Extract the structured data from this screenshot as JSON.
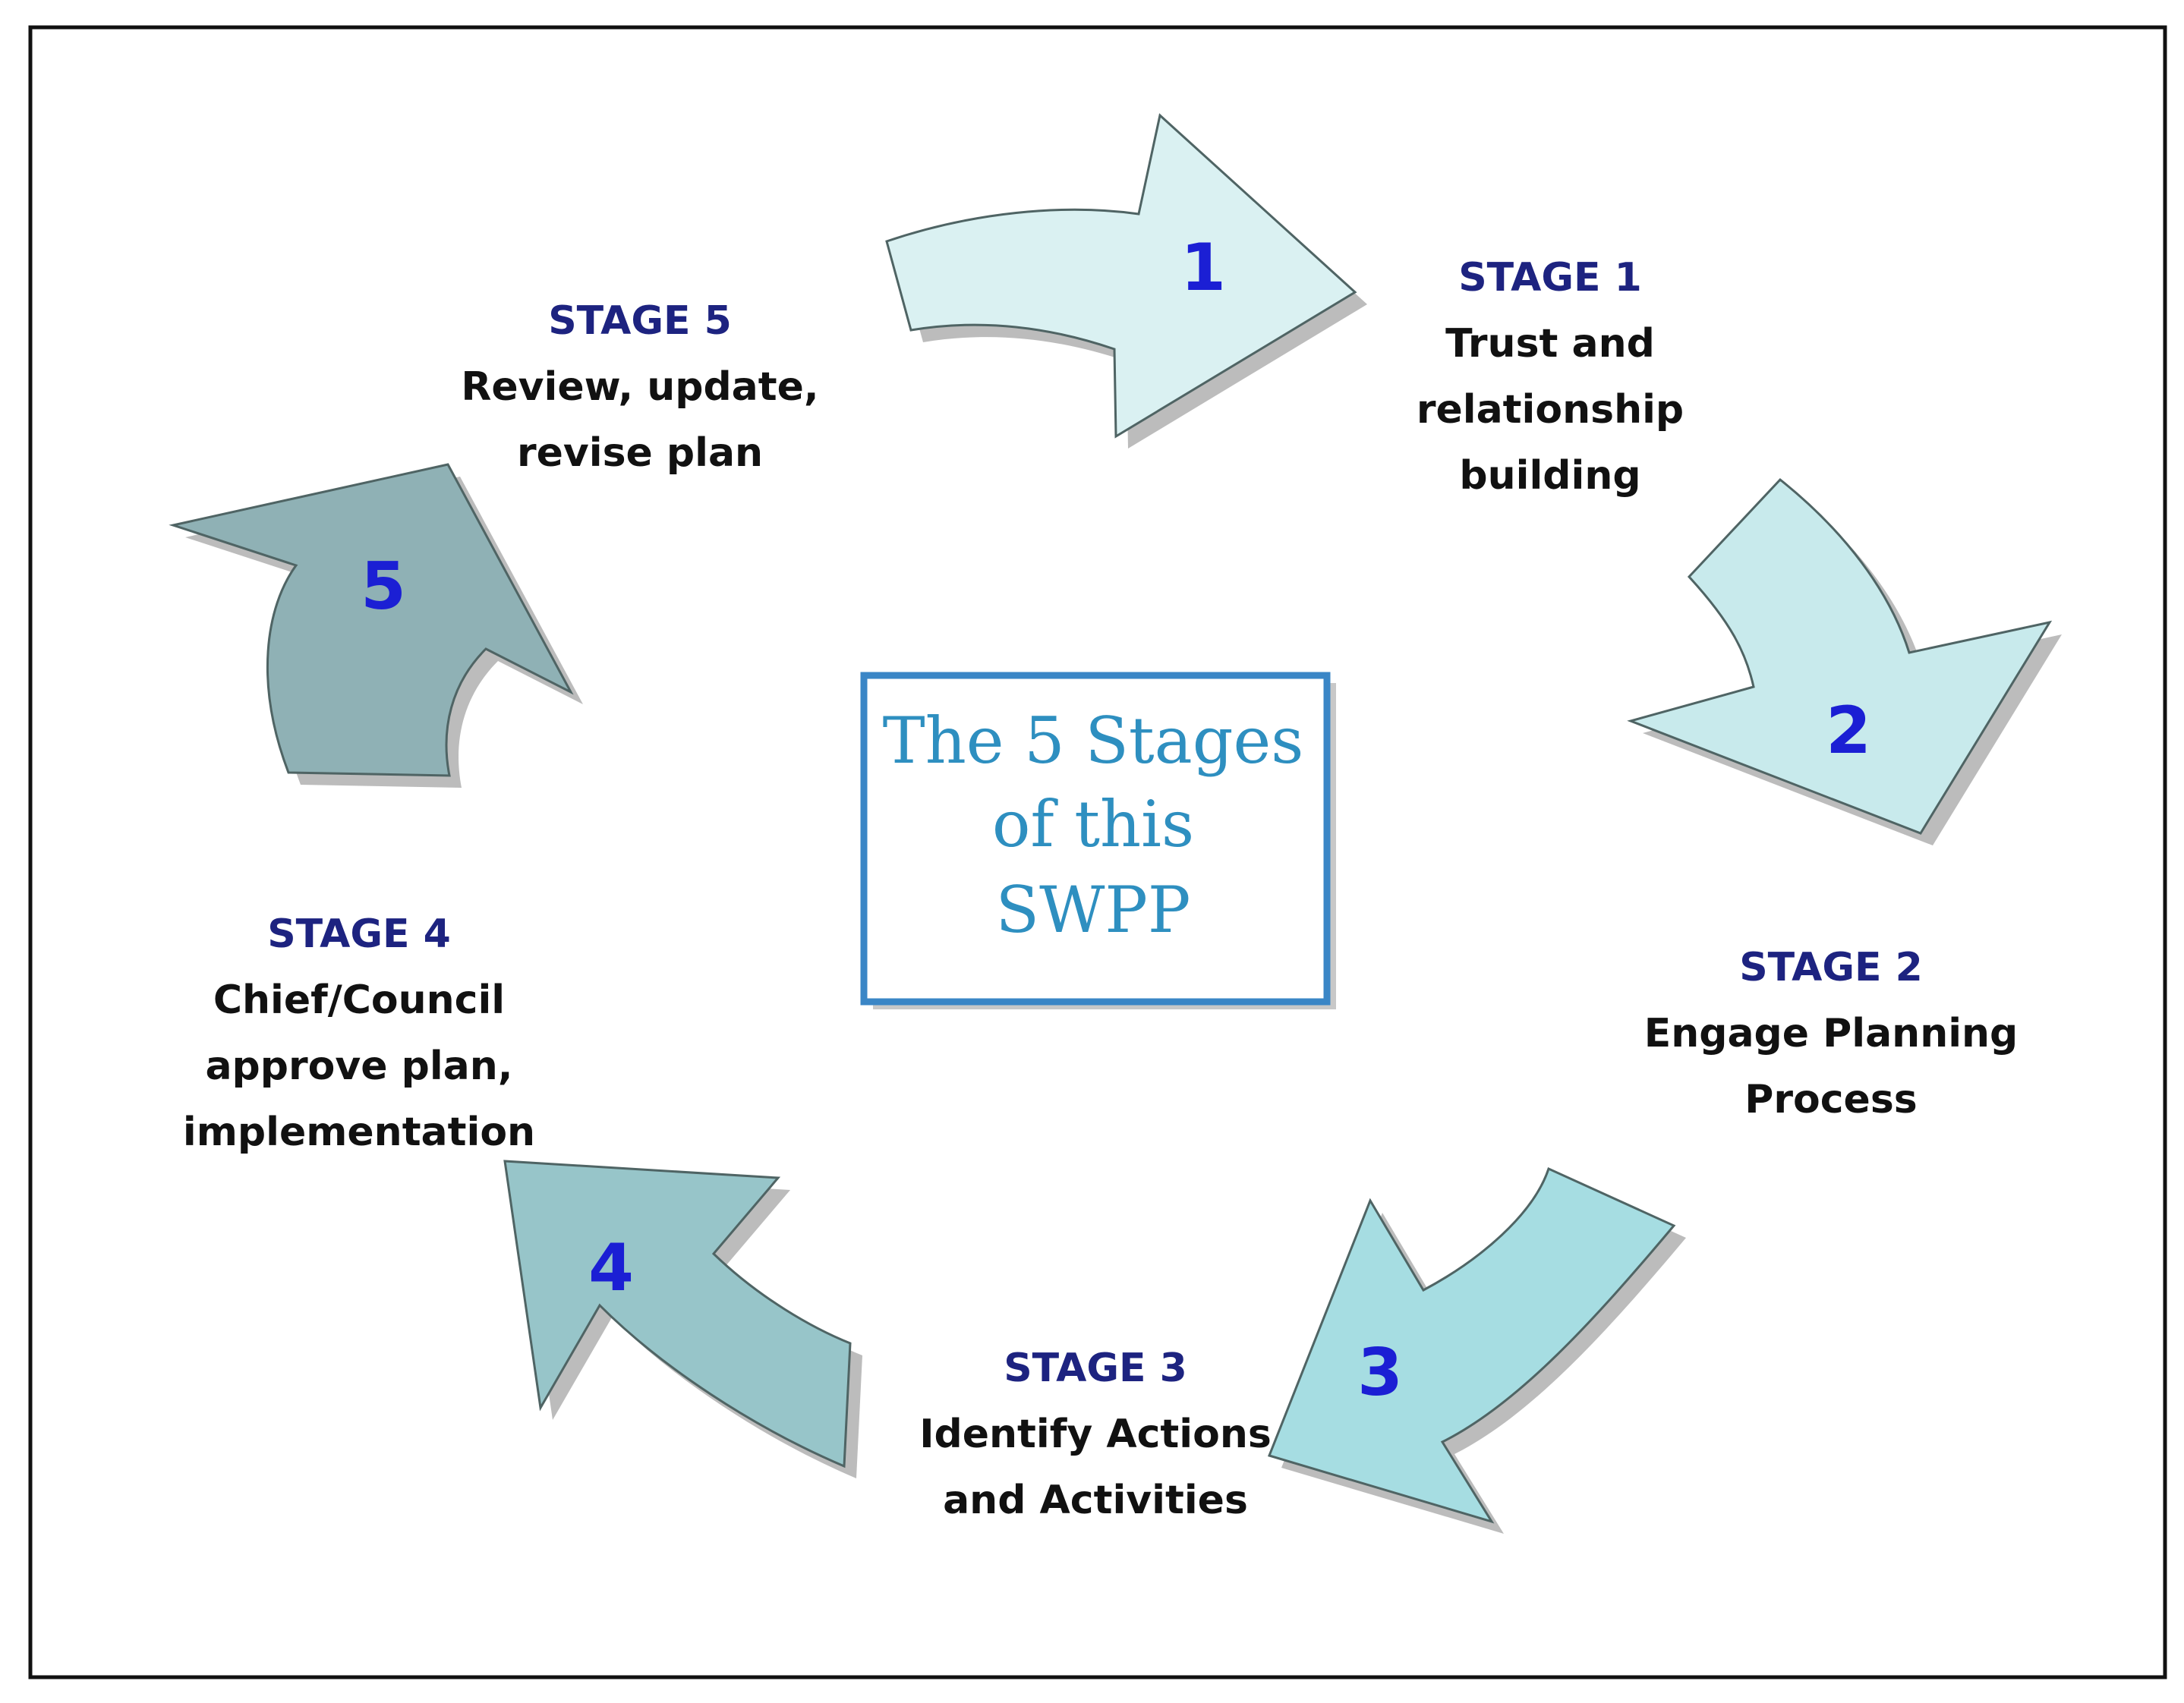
{
  "center": {
    "lines": [
      "The 5 Stages",
      "of this",
      "SWPP"
    ]
  },
  "stages": [
    {
      "number": "1",
      "heading": "STAGE 1",
      "lines": [
        "Trust and",
        "relationship",
        "building"
      ],
      "arrow_fill": "#daf1f2"
    },
    {
      "number": "2",
      "heading": "STAGE 2",
      "lines": [
        "Engage Planning",
        "Process"
      ],
      "arrow_fill": "#c8eaec"
    },
    {
      "number": "3",
      "heading": "STAGE 3",
      "lines": [
        "Identify Actions",
        "and Activities"
      ],
      "arrow_fill": "#a6dde2"
    },
    {
      "number": "4",
      "heading": "STAGE 4",
      "lines": [
        "Chief/Council",
        "approve plan,",
        "implementation"
      ],
      "arrow_fill": "#97c5c9"
    },
    {
      "number": "5",
      "heading": "STAGE 5",
      "lines": [
        "Review, update,",
        "revise plan"
      ],
      "arrow_fill": "#8fb1b5"
    }
  ],
  "colors": {
    "stage_heading": "#1d2380",
    "arrow_number": "#1b1fd4",
    "center_text": "#2e8fc0",
    "center_border": "#3a86c6",
    "frame": "#111111"
  }
}
